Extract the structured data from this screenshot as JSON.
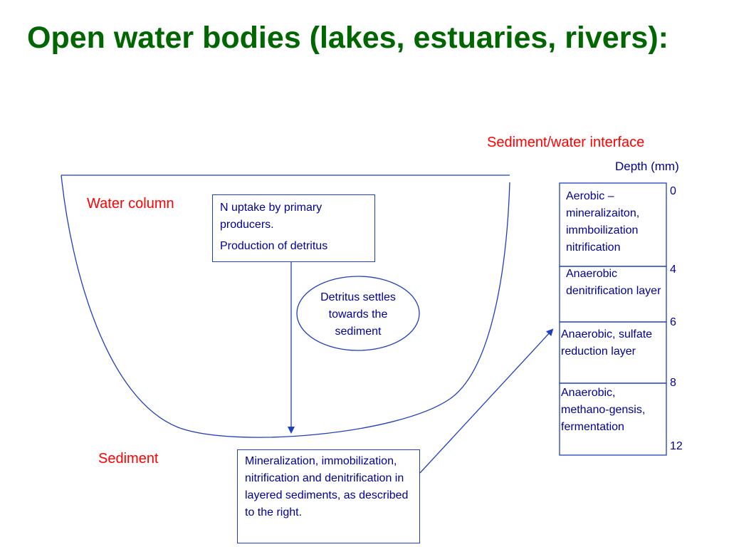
{
  "slide": {
    "title": "Open water bodies (lakes, estuaries, rivers):"
  },
  "labels": {
    "water_column": "Water column",
    "sediment": "Sediment",
    "interface": "Sediment/water interface",
    "depth_header": "Depth (mm)"
  },
  "boxes": {
    "uptake": {
      "line1": "N uptake by primary producers.",
      "line2": "Production of detritus"
    },
    "detritus": "Detritus settles towards the sediment",
    "mineralization": "Mineralization, immobilization, nitrification and denitrification in layered sediments, as described to the right."
  },
  "layers": [
    {
      "text": "Aerobic – mineralizaiton, immboilization nitrification"
    },
    {
      "text": "Anaerobic denitrification layer"
    },
    {
      "text": "Anaerobic, sulfate reduction layer"
    },
    {
      "text": "Anaerobic, methano-gensis, fermentation"
    }
  ],
  "depths": [
    "0",
    "4",
    "6",
    "8",
    "12"
  ],
  "colors": {
    "title": "#006600",
    "label_red": "#ff0000",
    "text_blue": "#000099",
    "line_blue": "#1f3fbf"
  }
}
